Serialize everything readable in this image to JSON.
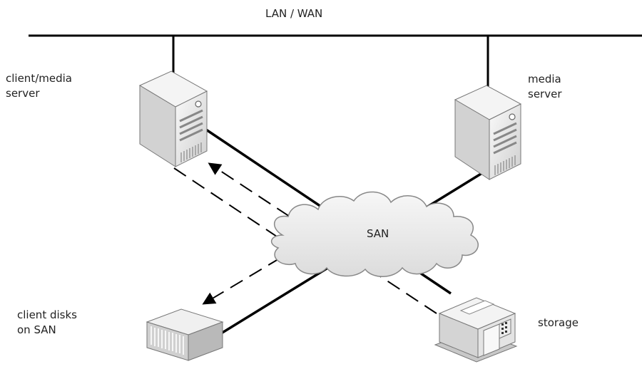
{
  "diagram": {
    "network_label": "LAN / WAN",
    "san_label": "SAN",
    "nodes": {
      "client_media_server": "client/media\nserver",
      "media_server": "media\nserver",
      "client_disks": "client disks\non SAN",
      "storage": "storage"
    }
  },
  "colors": {
    "line": "#000000",
    "device_light": "#f1f1f1",
    "device_mid": "#d6d6d6",
    "device_dark": "#9a9a9a",
    "cloud": "#eeeeee"
  }
}
